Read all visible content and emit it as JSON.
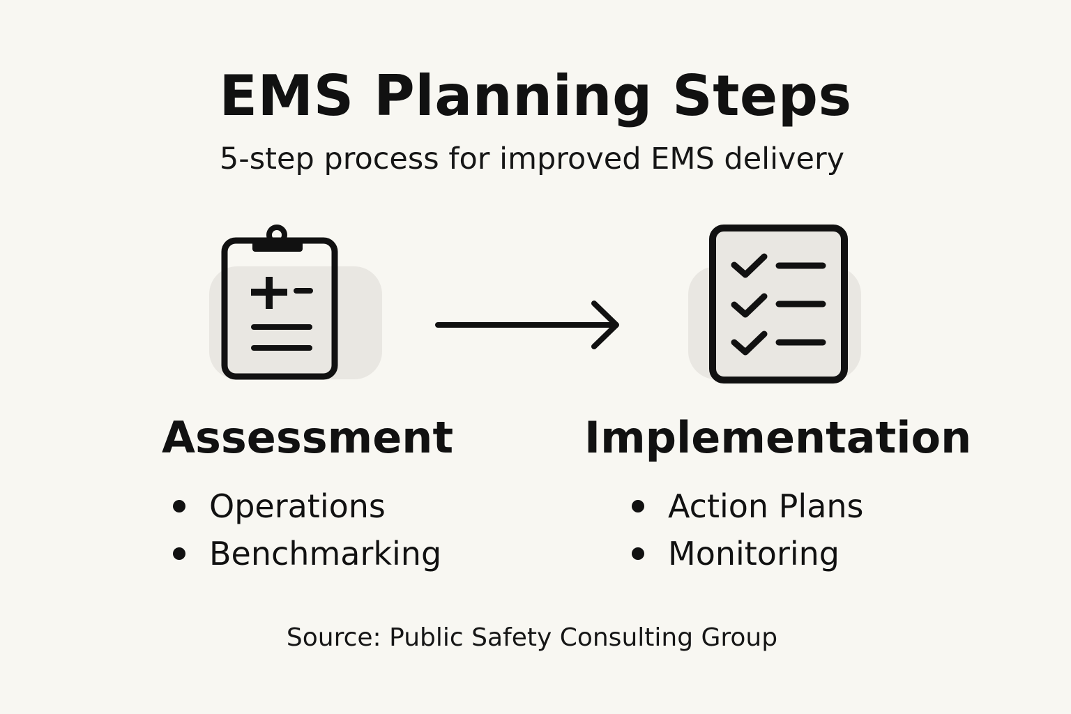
{
  "header": {
    "title": "EMS Planning Steps",
    "subtitle": "5-step process for improved EMS delivery"
  },
  "steps": [
    {
      "title": "Assessment",
      "icon": "medical-clipboard-icon",
      "items": [
        "Operations",
        "Benchmarking"
      ]
    },
    {
      "title": "Implementation",
      "icon": "checklist-icon",
      "items": [
        "Action Plans",
        "Monitoring"
      ]
    }
  ],
  "connector": {
    "icon": "arrow-right-icon"
  },
  "footer": {
    "source": "Source: Public Safety Consulting Group"
  },
  "colors": {
    "background": "#f8f7f2",
    "text": "#111111",
    "icon_background": "#e9e7e2"
  }
}
